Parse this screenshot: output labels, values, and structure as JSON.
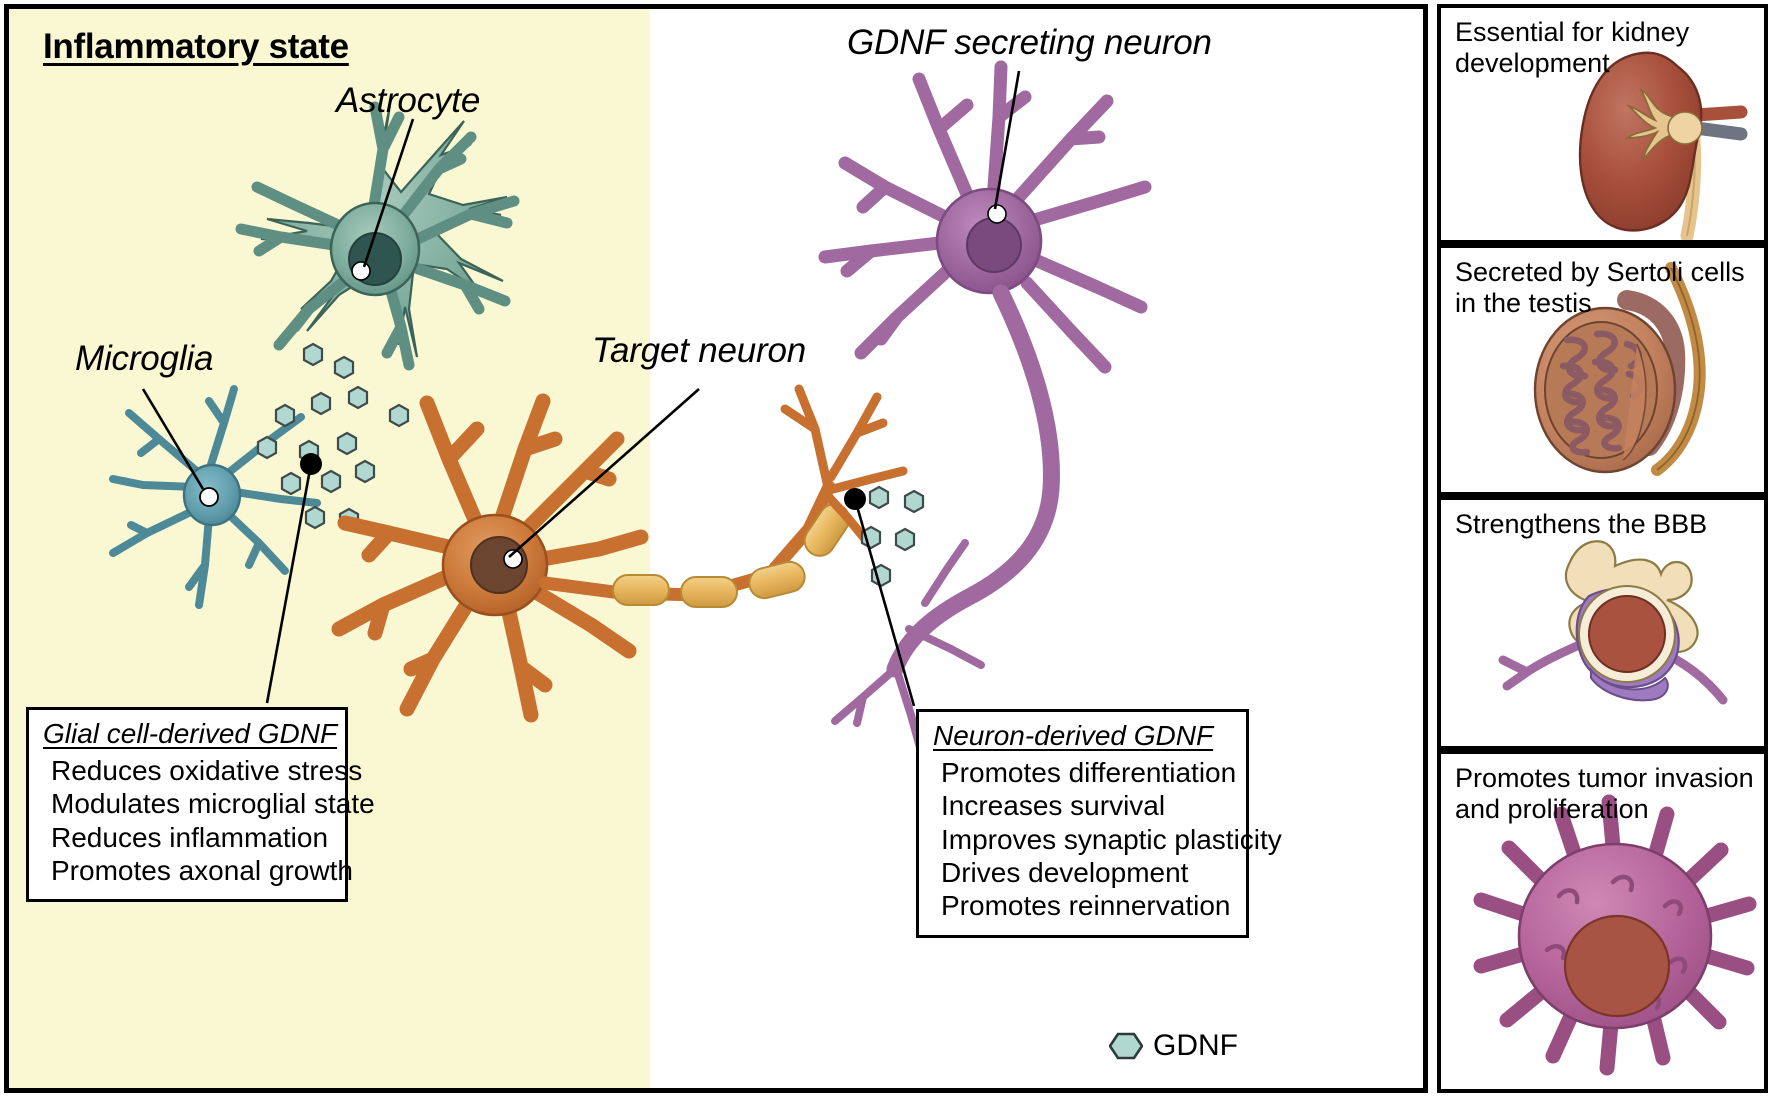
{
  "main": {
    "inflammatory_title": "Inflammatory state",
    "labels": {
      "astrocyte": "Astrocyte",
      "microglia": "Microglia",
      "target_neuron": "Target neuron",
      "gdnf_secreting_neuron": "GDNF secreting neuron"
    },
    "glial_box": {
      "title": "Glial cell-derived GDNF",
      "lines": [
        "Reduces oxidative stress",
        "Modulates microglial state",
        "Reduces inflammation",
        "Promotes axonal growth"
      ]
    },
    "neuron_box": {
      "title": "Neuron-derived GDNF",
      "lines": [
        "Promotes differentiation",
        "Increases survival",
        "Improves synaptic plasticity",
        "Drives development",
        "Promotes reinnervation"
      ]
    },
    "legend": {
      "icon": "hexagon-icon",
      "label": "GDNF"
    }
  },
  "sidebar": {
    "panels": [
      {
        "caption": "Essential for kidney development",
        "art": "kidney-illustration"
      },
      {
        "caption": "Secreted by Sertoli cells in the testis",
        "art": "testis-illustration"
      },
      {
        "caption": "Strengthens the BBB",
        "art": "bbb-astrocyte-capillary-illustration"
      },
      {
        "caption": "Promotes tumor invasion and proliferation",
        "art": "tumor-cell-illustration"
      }
    ]
  },
  "colors": {
    "inflammatory_background": "#FAF7D3",
    "astrocyte": "#6FA294",
    "microglia": "#5E9BAA",
    "target_neuron": "#C87030",
    "myelin": "#E8B860",
    "gdnf_neuron": "#A06AA0",
    "gdnf_hexagon": "#B0D8D0",
    "kidney": "#A8503C",
    "testis": "#9B6B63",
    "tumor": "#B5649B",
    "outline": "#000000"
  }
}
